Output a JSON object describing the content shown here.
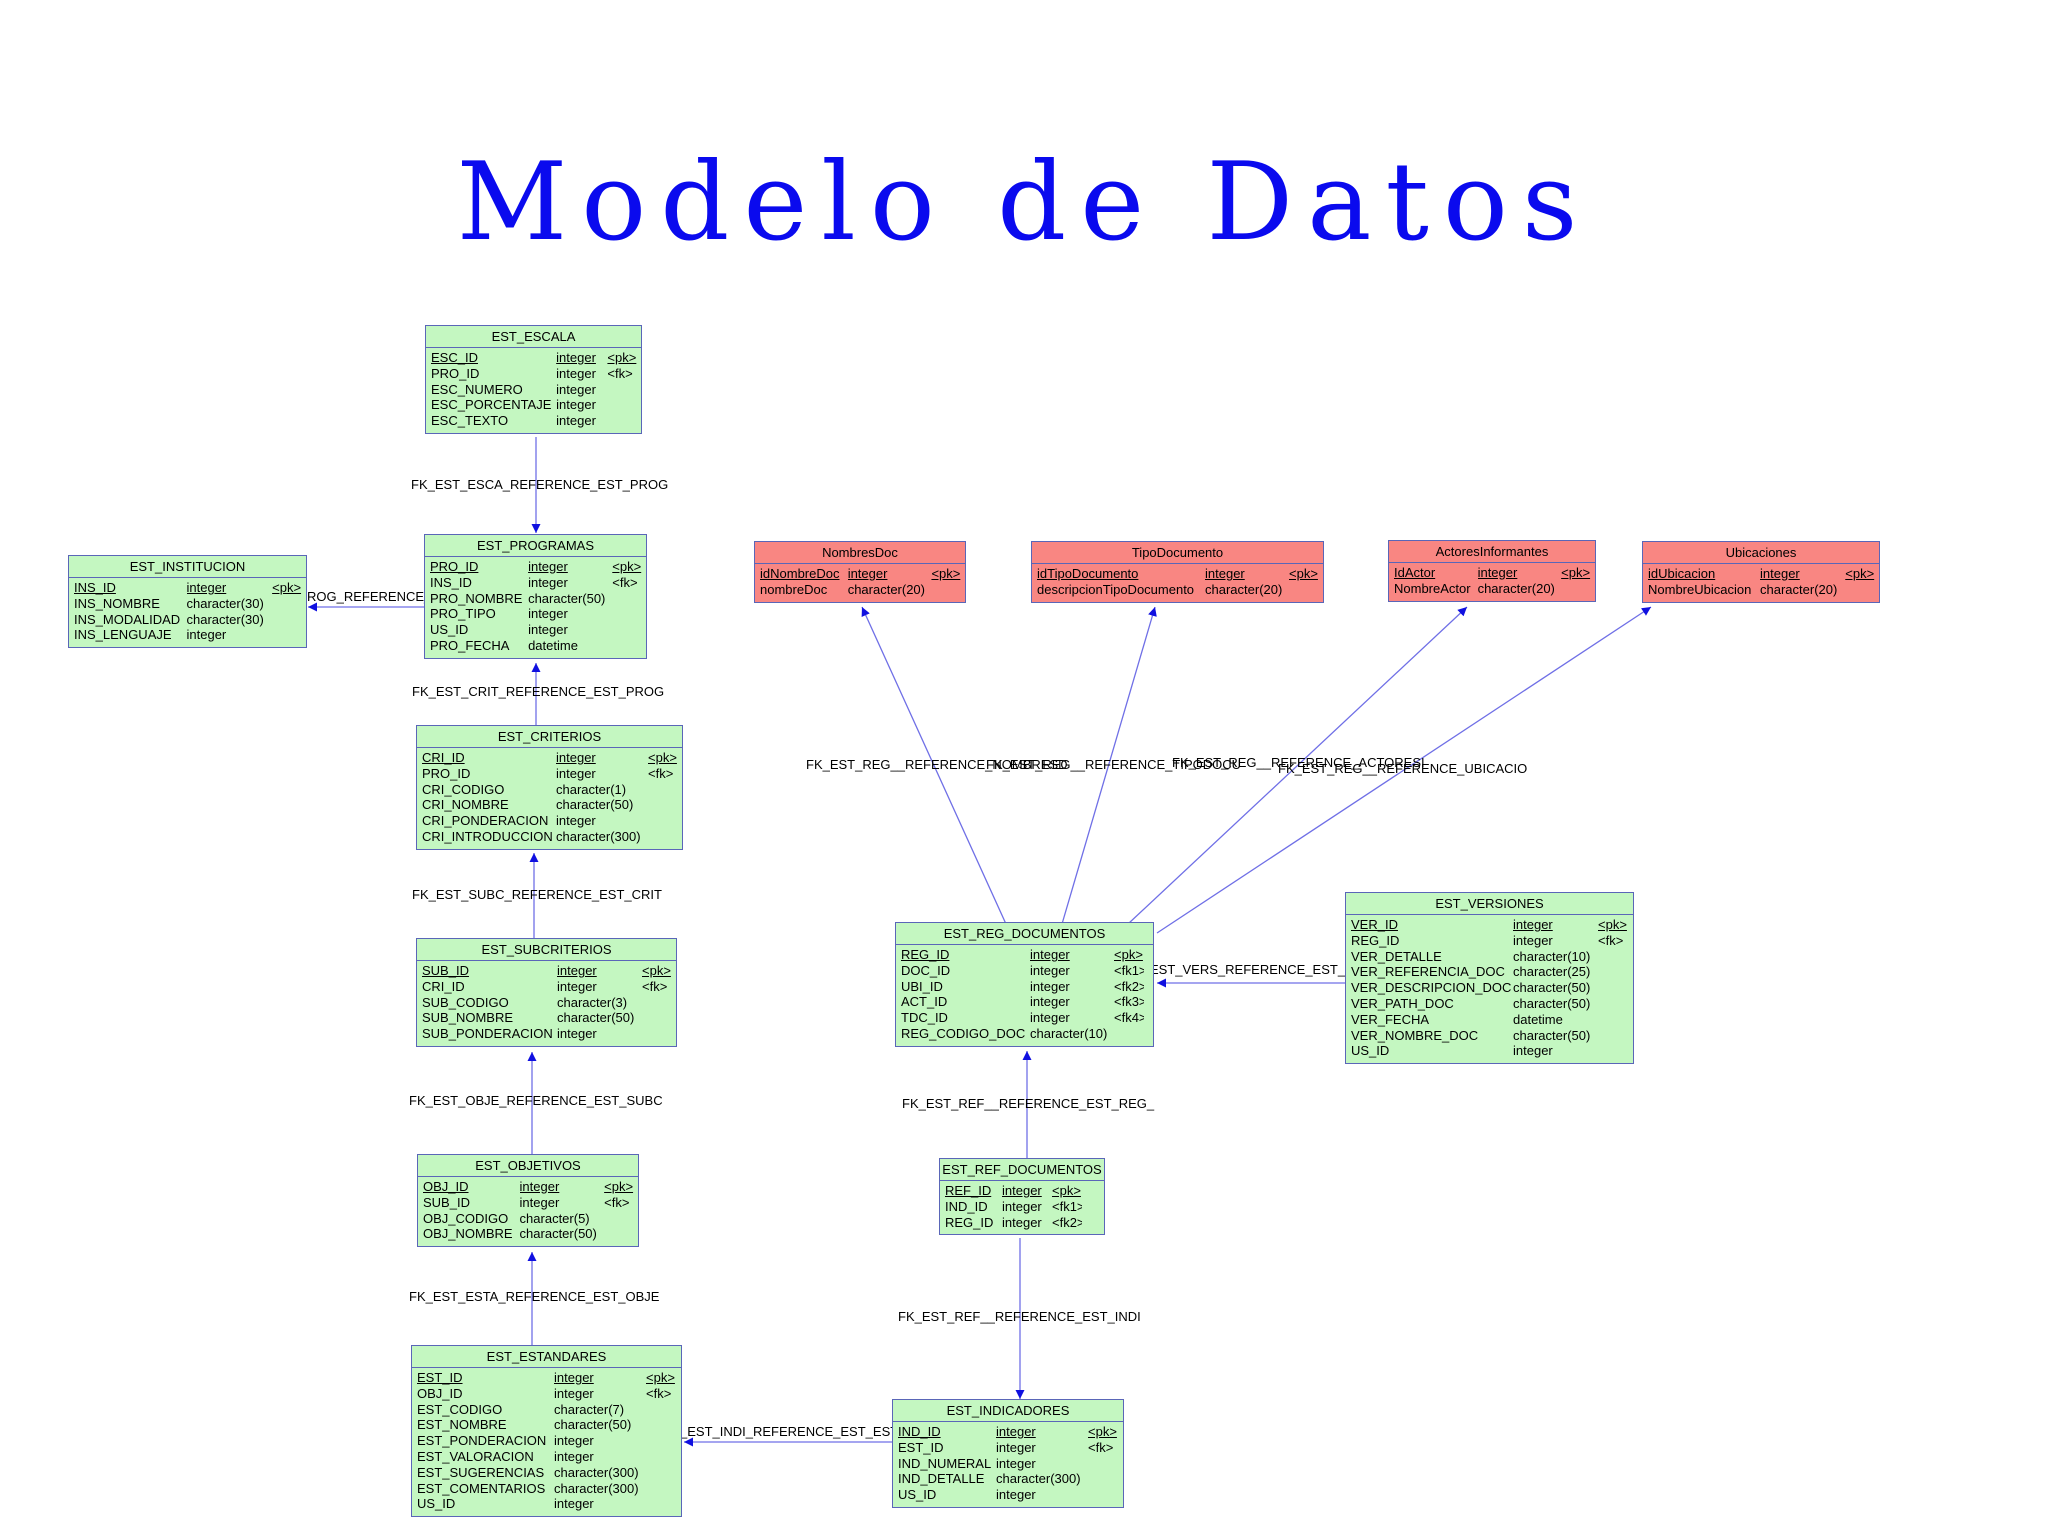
{
  "title": "Modelo de Datos",
  "colors": {
    "title": "#0a0aee",
    "entity_green": "#c4f7c1",
    "entity_red": "#f98682",
    "line": "#6f6fe6",
    "arrow": "#1010e0"
  },
  "tables": [
    {
      "id": "est_escala",
      "name": "EST_ESCALA",
      "color": "green",
      "rows": [
        [
          "ESC_ID",
          "integer",
          "<pk>"
        ],
        [
          "PRO_ID",
          "integer",
          "<fk>"
        ],
        [
          "ESC_NUMERO",
          "integer",
          ""
        ],
        [
          "ESC_PORCENTAJE",
          "integer",
          ""
        ],
        [
          "ESC_TEXTO",
          "integer",
          ""
        ]
      ]
    },
    {
      "id": "est_institucion",
      "name": "EST_INSTITUCION",
      "color": "green",
      "rows": [
        [
          "INS_ID",
          "integer",
          "<pk>"
        ],
        [
          "INS_NOMBRE",
          "character(30)",
          ""
        ],
        [
          "INS_MODALIDAD",
          "character(30)",
          ""
        ],
        [
          "INS_LENGUAJE",
          "integer",
          ""
        ]
      ]
    },
    {
      "id": "est_programas",
      "name": "EST_PROGRAMAS",
      "color": "green",
      "rows": [
        [
          "PRO_ID",
          "integer",
          "<pk>"
        ],
        [
          "INS_ID",
          "integer",
          "<fk>"
        ],
        [
          "PRO_NOMBRE",
          "character(50)",
          ""
        ],
        [
          "PRO_TIPO",
          "integer",
          ""
        ],
        [
          "US_ID",
          "integer",
          ""
        ],
        [
          "PRO_FECHA",
          "datetime",
          ""
        ]
      ]
    },
    {
      "id": "est_criterios",
      "name": "EST_CRITERIOS",
      "color": "green",
      "rows": [
        [
          "CRI_ID",
          "integer",
          "<pk>"
        ],
        [
          "PRO_ID",
          "integer",
          "<fk>"
        ],
        [
          "CRI_CODIGO",
          "character(1)",
          ""
        ],
        [
          "CRI_NOMBRE",
          "character(50)",
          ""
        ],
        [
          "CRI_PONDERACION",
          "integer",
          ""
        ],
        [
          "CRI_INTRODUCCION",
          "character(300)",
          ""
        ]
      ]
    },
    {
      "id": "est_subcriterios",
      "name": "EST_SUBCRITERIOS",
      "color": "green",
      "rows": [
        [
          "SUB_ID",
          "integer",
          "<pk>"
        ],
        [
          "CRI_ID",
          "integer",
          "<fk>"
        ],
        [
          "SUB_CODIGO",
          "character(3)",
          ""
        ],
        [
          "SUB_NOMBRE",
          "character(50)",
          ""
        ],
        [
          "SUB_PONDERACION",
          "integer",
          ""
        ]
      ]
    },
    {
      "id": "est_objetivos",
      "name": "EST_OBJETIVOS",
      "color": "green",
      "rows": [
        [
          "OBJ_ID",
          "integer",
          "<pk>"
        ],
        [
          "SUB_ID",
          "integer",
          "<fk>"
        ],
        [
          "OBJ_CODIGO",
          "character(5)",
          ""
        ],
        [
          "OBJ_NOMBRE",
          "character(50)",
          ""
        ]
      ]
    },
    {
      "id": "est_estandares",
      "name": "EST_ESTANDARES",
      "color": "green",
      "rows": [
        [
          "EST_ID",
          "integer",
          "<pk>"
        ],
        [
          "OBJ_ID",
          "integer",
          "<fk>"
        ],
        [
          "EST_CODIGO",
          "character(7)",
          ""
        ],
        [
          "EST_NOMBRE",
          "character(50)",
          ""
        ],
        [
          "EST_PONDERACION",
          "integer",
          ""
        ],
        [
          "EST_VALORACION",
          "integer",
          ""
        ],
        [
          "EST_SUGERENCIAS",
          "character(300)",
          ""
        ],
        [
          "EST_COMENTARIOS",
          "character(300)",
          ""
        ],
        [
          "US_ID",
          "integer",
          ""
        ]
      ]
    },
    {
      "id": "nombresdoc",
      "name": "NombresDoc",
      "color": "red",
      "rows": [
        [
          "idNombreDoc",
          "integer",
          "<pk>"
        ],
        [
          "nombreDoc",
          "character(20)",
          ""
        ]
      ]
    },
    {
      "id": "tipodocumento",
      "name": "TipoDocumento",
      "color": "red",
      "rows": [
        [
          "idTipoDocumento",
          "integer",
          "<pk>"
        ],
        [
          "descripcionTipoDocumento",
          "character(20)",
          ""
        ]
      ]
    },
    {
      "id": "actoresinformantes",
      "name": "ActoresInformantes",
      "color": "red",
      "rows": [
        [
          "IdActor",
          "integer",
          "<pk>"
        ],
        [
          "NombreActor",
          "character(20)",
          ""
        ]
      ]
    },
    {
      "id": "ubicaciones",
      "name": "Ubicaciones",
      "color": "red",
      "rows": [
        [
          "idUbicacion",
          "integer",
          "<pk>"
        ],
        [
          "NombreUbicacion",
          "character(20)",
          ""
        ]
      ]
    },
    {
      "id": "est_reg_documentos",
      "name": "EST_REG_DOCUMENTOS",
      "color": "green",
      "rows": [
        [
          "REG_ID",
          "integer",
          "<pk>"
        ],
        [
          "DOC_ID",
          "integer",
          "<fk1>"
        ],
        [
          "UBI_ID",
          "integer",
          "<fk2>"
        ],
        [
          "ACT_ID",
          "integer",
          "<fk3>"
        ],
        [
          "TDC_ID",
          "integer",
          "<fk4>"
        ],
        [
          "REG_CODIGO_DOC",
          "character(10)",
          ""
        ]
      ]
    },
    {
      "id": "est_versiones",
      "name": "EST_VERSIONES",
      "color": "green",
      "rows": [
        [
          "VER_ID",
          "integer",
          "<pk>"
        ],
        [
          "REG_ID",
          "integer",
          "<fk>"
        ],
        [
          "VER_DETALLE",
          "character(10)",
          ""
        ],
        [
          "VER_REFERENCIA_DOC",
          "character(25)",
          ""
        ],
        [
          "VER_DESCRIPCION_DOC",
          "character(50)",
          ""
        ],
        [
          "VER_PATH_DOC",
          "character(50)",
          ""
        ],
        [
          "VER_FECHA",
          "datetime",
          ""
        ],
        [
          "VER_NOMBRE_DOC",
          "character(50)",
          ""
        ],
        [
          "US_ID",
          "integer",
          ""
        ]
      ]
    },
    {
      "id": "est_ref_documentos",
      "name": "EST_REF_DOCUMENTOS",
      "color": "green",
      "rows": [
        [
          "REF_ID",
          "integer",
          "<pk>"
        ],
        [
          "IND_ID",
          "integer",
          "<fk1>"
        ],
        [
          "REG_ID",
          "integer",
          "<fk2>"
        ]
      ]
    },
    {
      "id": "est_indicadores",
      "name": "EST_INDICADORES",
      "color": "green",
      "rows": [
        [
          "IND_ID",
          "integer",
          "<pk>"
        ],
        [
          "EST_ID",
          "integer",
          "<fk>"
        ],
        [
          "IND_NUMERAL",
          "integer",
          ""
        ],
        [
          "IND_DETALLE",
          "character(300)",
          ""
        ],
        [
          "US_ID",
          "integer",
          ""
        ]
      ]
    }
  ],
  "relationships": [
    {
      "id": "r_esca_prog",
      "label": "FK_EST_ESCA_REFERENCE_EST_PROG"
    },
    {
      "id": "r_prog_inst",
      "label": "ROG_REFERENCE_"
    },
    {
      "id": "r_crit_prog",
      "label": "FK_EST_CRIT_REFERENCE_EST_PROG"
    },
    {
      "id": "r_subc_crit",
      "label": "FK_EST_SUBC_REFERENCE_EST_CRIT"
    },
    {
      "id": "r_obje_subc",
      "label": "FK_EST_OBJE_REFERENCE_EST_SUBC"
    },
    {
      "id": "r_esta_obje",
      "label": "FK_EST_ESTA_REFERENCE_EST_OBJE"
    },
    {
      "id": "r_reg_nombres",
      "label": "FK_EST_REG__REFERENCE_NOMBRESD"
    },
    {
      "id": "r_reg_tipo",
      "label": "FK_EST_REG__REFERENCE_TIPODOCU"
    },
    {
      "id": "r_reg_actores",
      "label": "FK_EST_REG__REFERENCE_ACTORESI"
    },
    {
      "id": "r_reg_ubic",
      "label": "FK_EST_REG__REFERENCE_UBICACIO"
    },
    {
      "id": "r_vers_reg",
      "label": "EST_VERS_REFERENCE_EST_R"
    },
    {
      "id": "r_ref_reg",
      "label": "FK_EST_REF__REFERENCE_EST_REG_"
    },
    {
      "id": "r_ref_indi",
      "label": "FK_EST_REF__REFERENCE_EST_INDI"
    },
    {
      "id": "r_indi_esta",
      "label": "_EST_INDI_REFERENCE_EST_EST"
    }
  ]
}
